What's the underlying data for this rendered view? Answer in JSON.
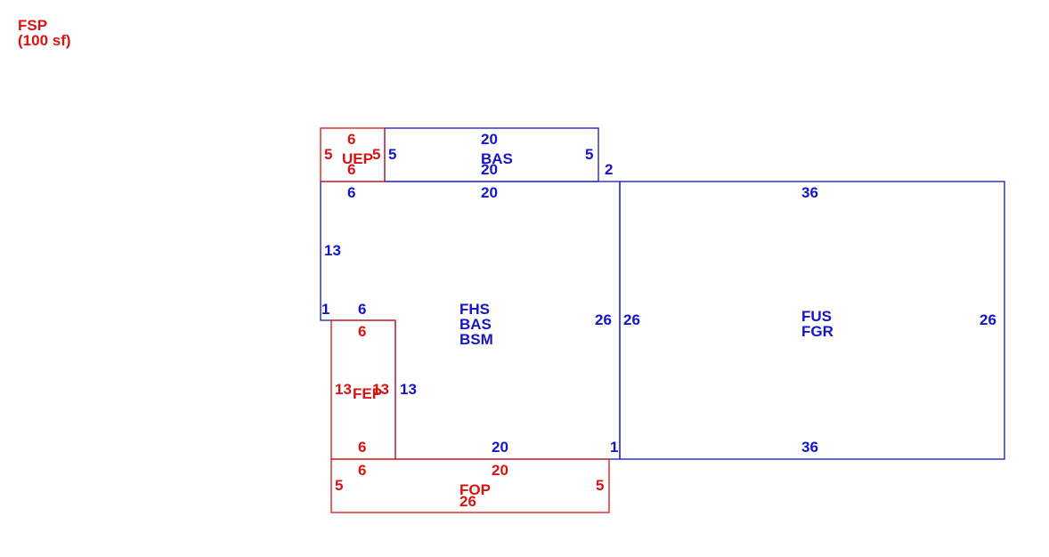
{
  "colors": {
    "main": "#1515c8",
    "addition": "#d61414"
  },
  "legend": {
    "line1": "FSP",
    "line2": "(100 sf)"
  },
  "areas": {
    "uep": {
      "code": "UEP",
      "top": "6",
      "bottom": "6",
      "left": "5",
      "right": "5"
    },
    "bas_top": {
      "code": "BAS",
      "top": "20",
      "bottom": "20",
      "left": "5",
      "right": "5",
      "offset": "2"
    },
    "main": {
      "codes": [
        "FHS",
        "BAS",
        "BSM"
      ],
      "top_left": "6",
      "top": "20",
      "left": "13",
      "notch_left": "1",
      "notch_top": "6",
      "right": "26",
      "inner_left": "13",
      "bottom": "20",
      "bottom_right": "1"
    },
    "garage": {
      "codes": [
        "FUS",
        "FGR"
      ],
      "top": "36",
      "bottom": "36",
      "left": "26",
      "right": "26"
    },
    "fep": {
      "code": "FEP",
      "top": "6",
      "bottom": "6",
      "left": "13",
      "right": "13"
    },
    "fop": {
      "code": "FOP",
      "top_left": "6",
      "top": "20",
      "left": "5",
      "right": "5",
      "bottom": "26"
    }
  }
}
